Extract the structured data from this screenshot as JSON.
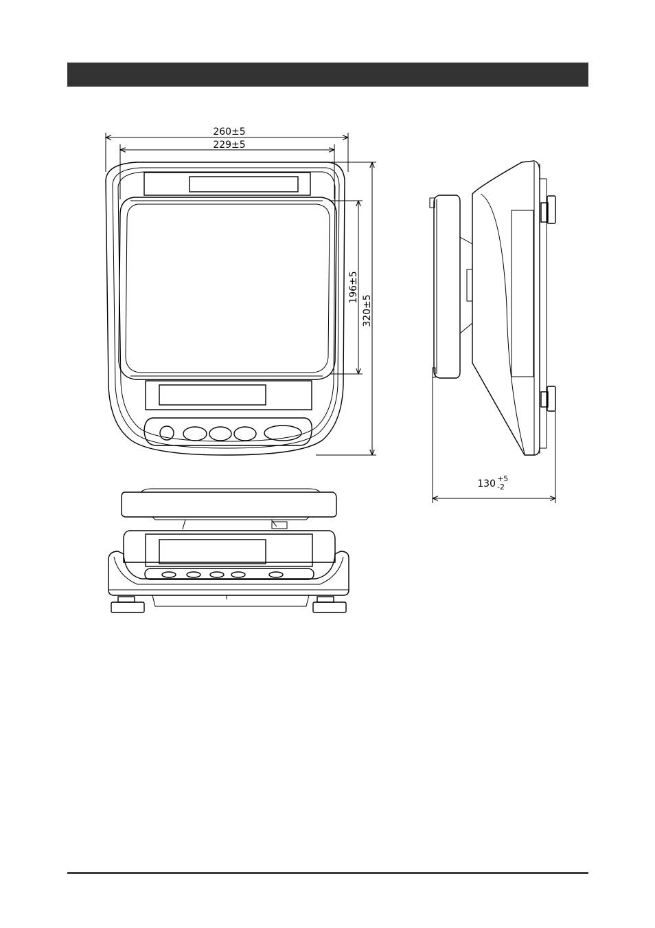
{
  "header": {
    "title": ""
  },
  "dimensions": {
    "overall_width": "260±5",
    "pan_width": "229±5",
    "pan_depth": "196±5",
    "overall_depth": "320±5",
    "height": {
      "base": "130",
      "upper_tol": "+5",
      "lower_tol": "-2"
    }
  }
}
